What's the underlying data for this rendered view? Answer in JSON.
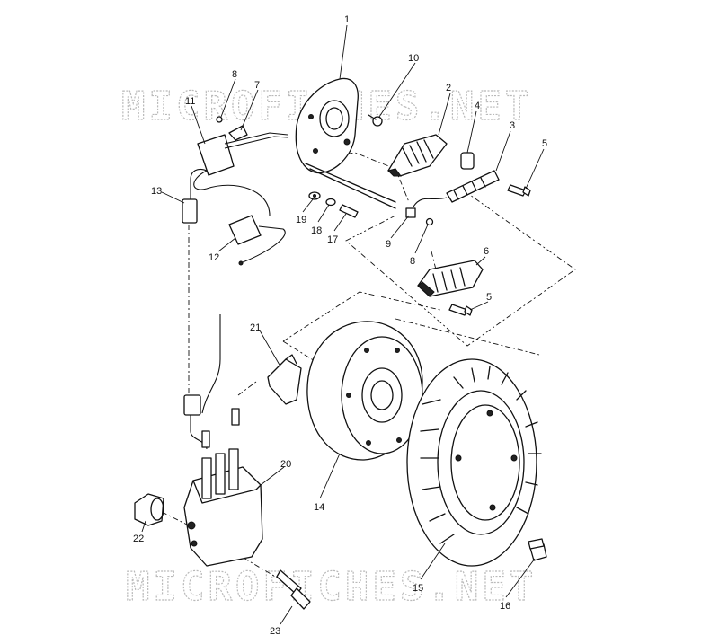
{
  "watermark": {
    "text": "MICROFICHES.NET",
    "color": "#b9b9b9"
  },
  "callouts": [
    {
      "id": "1",
      "text": "1"
    },
    {
      "id": "2",
      "text": "2"
    },
    {
      "id": "3",
      "text": "3"
    },
    {
      "id": "4",
      "text": "4"
    },
    {
      "id": "5a",
      "text": "5"
    },
    {
      "id": "5b",
      "text": "5"
    },
    {
      "id": "6",
      "text": "6"
    },
    {
      "id": "7",
      "text": "7"
    },
    {
      "id": "8a",
      "text": "8"
    },
    {
      "id": "8b",
      "text": "8"
    },
    {
      "id": "9",
      "text": "9"
    },
    {
      "id": "10",
      "text": "10"
    },
    {
      "id": "11",
      "text": "11"
    },
    {
      "id": "12",
      "text": "12"
    },
    {
      "id": "13",
      "text": "13"
    },
    {
      "id": "14",
      "text": "14"
    },
    {
      "id": "15",
      "text": "15"
    },
    {
      "id": "16",
      "text": "16"
    },
    {
      "id": "17",
      "text": "17"
    },
    {
      "id": "18",
      "text": "18"
    },
    {
      "id": "19",
      "text": "19"
    },
    {
      "id": "20",
      "text": "20"
    },
    {
      "id": "21",
      "text": "21"
    },
    {
      "id": "22",
      "text": "22"
    },
    {
      "id": "23",
      "text": "23"
    }
  ]
}
